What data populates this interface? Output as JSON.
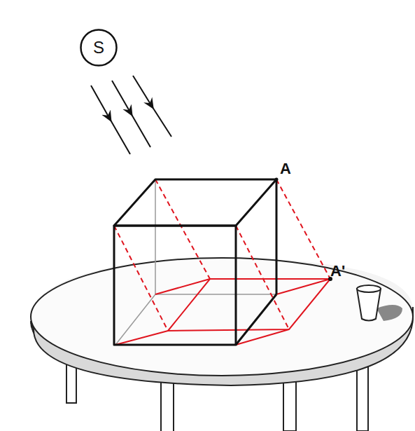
{
  "diagram": {
    "nodes": [
      {
        "text": [
          "S"
        ]
      }
    ],
    "labels": [
      "A",
      "A'"
    ]
  }
}
